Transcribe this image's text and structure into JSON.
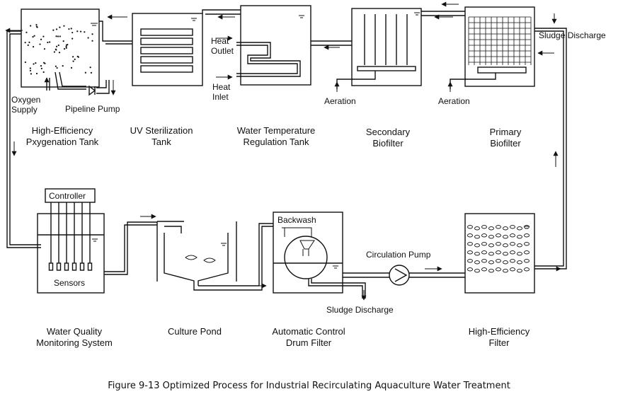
{
  "caption": "Figure 9-13 Optimized Process for Industrial Recirculating Aquaculture Water Treatment",
  "stages": {
    "oxygenation_tank": [
      "High-Efficiency",
      "Pxygenation Tank"
    ],
    "uv_tank": [
      "UV Sterilization",
      "Tank"
    ],
    "temp_tank": [
      "Water Temperature",
      "Regulation Tank"
    ],
    "secondary_biofilter": [
      "Secondary",
      "Biofilter"
    ],
    "primary_biofilter": [
      "Primary",
      "Biofilter"
    ],
    "monitoring": [
      "Water Quality",
      "Monitoring System"
    ],
    "culture_pond": [
      "Culture Pond"
    ],
    "drum_filter": [
      "Automatic Control",
      "Drum Filter"
    ],
    "he_filter": [
      "High-Efficiency",
      "Filter"
    ]
  },
  "labels": {
    "oxygen_supply": [
      "Oxygen",
      "Supply"
    ],
    "pipeline_pump": "Pipeline Pump",
    "heat_outlet": [
      "Heat",
      "Outlet"
    ],
    "heat_inlet": [
      "Heat",
      "Inlet"
    ],
    "aeration_secondary": "Aeration",
    "aeration_primary": "Aeration",
    "sludge_top": "Sludge Discharge",
    "sludge_bottom": "Sludge Discharge",
    "controller": "Controller",
    "sensors": "Sensors",
    "backwash": "Backwash",
    "circulation_pump": "Circulation Pump"
  }
}
